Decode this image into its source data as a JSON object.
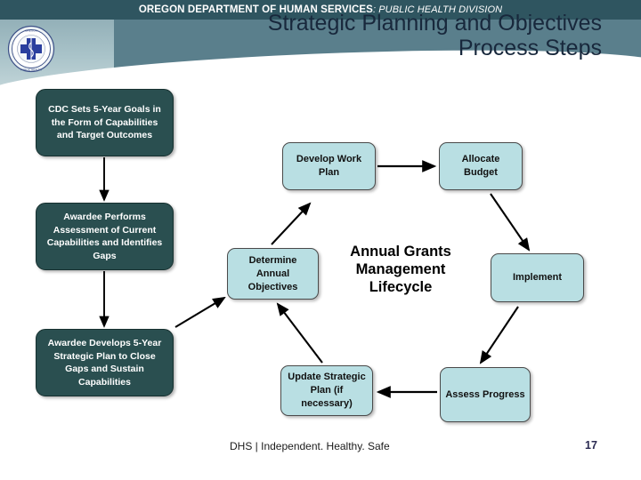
{
  "header": {
    "agency_line_bold": "OREGON DEPARTMENT OF HUMAN SERVICES",
    "agency_line_light": ": PUBLIC HEALTH DIVISION",
    "title_line1": "Strategic Planning and Objectives",
    "title_line2": "Process Steps",
    "logo_name": "oregon-public-health-seal"
  },
  "colors": {
    "topbar": "#2f5560",
    "banner": "#5a7f8c",
    "dark_box": "#2a4f50",
    "light_box": "#b9dfe3",
    "title_text": "#18283c",
    "page_number": "#2b2b52"
  },
  "process_steps": [
    {
      "id": "cdc-goals",
      "text": "CDC Sets 5-Year Goals in the Form of Capabilities and Target Outcomes"
    },
    {
      "id": "awardee-assessment",
      "text": "Awardee Performs Assessment of Current Capabilities and Identifies Gaps"
    },
    {
      "id": "awardee-strategic-plan",
      "text": "Awardee Develops 5-Year Strategic Plan to Close Gaps and Sustain Capabilities"
    }
  ],
  "lifecycle": {
    "center_label": "Annual Grants Management Lifecycle",
    "nodes": [
      {
        "id": "develop-work-plan",
        "text": "Develop Work Plan"
      },
      {
        "id": "allocate-budget",
        "text": "Allocate Budget"
      },
      {
        "id": "determine-annual-objectives",
        "text": "Determine Annual Objectives"
      },
      {
        "id": "implement",
        "text": "Implement"
      },
      {
        "id": "update-strategic-plan",
        "text": "Update Strategic Plan (if necessary)"
      },
      {
        "id": "assess-progress",
        "text": "Assess Progress"
      }
    ]
  },
  "footer": {
    "tagline": "DHS | Independent. Healthy. Safe",
    "page_number": "17"
  }
}
